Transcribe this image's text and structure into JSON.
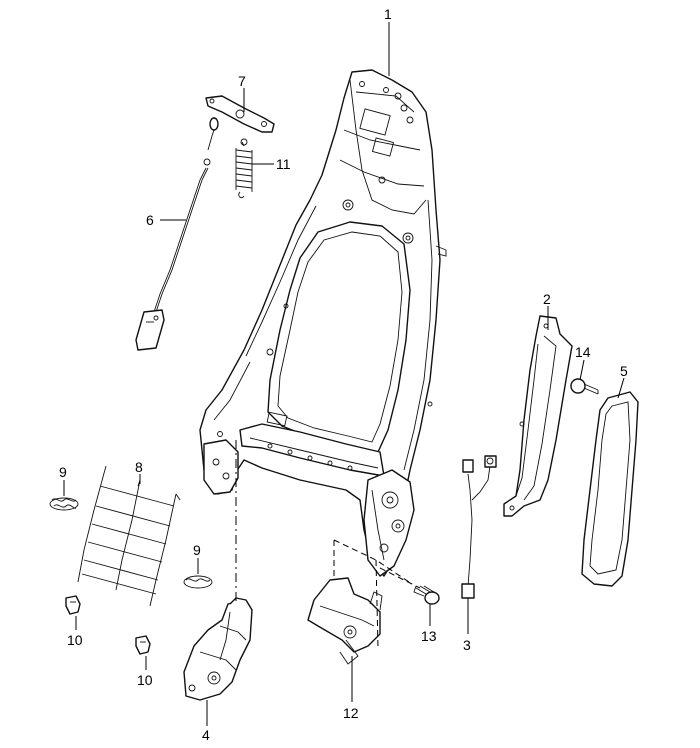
{
  "callouts": [
    {
      "id": "1",
      "text": "1"
    },
    {
      "id": "2",
      "text": "2"
    },
    {
      "id": "3",
      "text": "3"
    },
    {
      "id": "4",
      "text": "4"
    },
    {
      "id": "5",
      "text": "5"
    },
    {
      "id": "6",
      "text": "6"
    },
    {
      "id": "7",
      "text": "7"
    },
    {
      "id": "8",
      "text": "8"
    },
    {
      "id": "9a",
      "text": "9"
    },
    {
      "id": "9b",
      "text": "9"
    },
    {
      "id": "10a",
      "text": "10"
    },
    {
      "id": "10b",
      "text": "10"
    },
    {
      "id": "11",
      "text": "11"
    },
    {
      "id": "12",
      "text": "12"
    },
    {
      "id": "13",
      "text": "13"
    },
    {
      "id": "14",
      "text": "14"
    }
  ],
  "colors": {
    "line": "#111111",
    "background": "#ffffff"
  }
}
